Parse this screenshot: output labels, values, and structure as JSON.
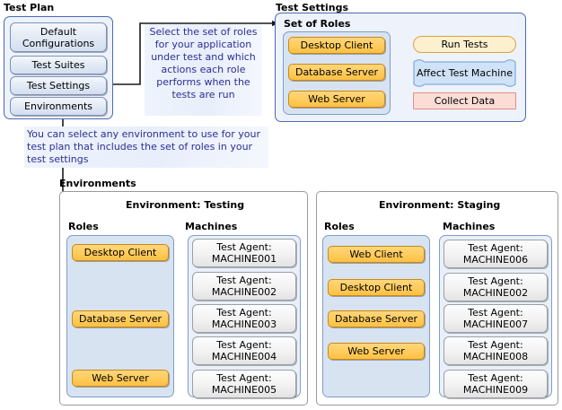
{
  "diagram": {
    "title": "Test Plan / Test Settings / Environments relationship",
    "colors": {
      "panel_border": "#4a69b8",
      "panel_fill": "#eef2fb",
      "inner_panel_fill": "#d8e3f2",
      "role_fill": "#ffcd5e",
      "role_border": "#c98a14",
      "machine_fill": "#f2f2f2",
      "note_text": "#2b2f93",
      "run_tests_fill": "#fdf0cf",
      "affect_machine_fill": "#cfe2f7",
      "collect_data_fill": "#fbddd6"
    }
  },
  "test_plan": {
    "title": "Test Plan",
    "items": [
      {
        "label": "Default Configurations"
      },
      {
        "label": "Test Suites"
      },
      {
        "label": "Test Settings"
      },
      {
        "label": "Environments"
      }
    ]
  },
  "notes": [
    {
      "id": "roles-note",
      "text": "Select the set of roles for your application under test and which actions each role performs when the tests are run"
    },
    {
      "id": "environment-note",
      "text": "You can select any environment to use for your test plan that includes the set of roles in your test settings"
    }
  ],
  "test_settings": {
    "title": "Test Settings",
    "set_of_roles_label": "Set of Roles",
    "roles": [
      {
        "label": "Desktop Client"
      },
      {
        "label": "Database Server"
      },
      {
        "label": "Web Server"
      }
    ],
    "actions": [
      {
        "label": "Run Tests",
        "shape": "rounded"
      },
      {
        "label": "Affect Test Machine",
        "shape": "wavy"
      },
      {
        "label": "Collect Data",
        "shape": "rect"
      }
    ]
  },
  "environments": {
    "title": "Environments",
    "column_headers": {
      "roles": "Roles",
      "machines": "Machines"
    },
    "list": [
      {
        "title": "Environment: Testing",
        "roles": [
          {
            "label": "Desktop Client"
          },
          {
            "label": "Database Server"
          },
          {
            "label": "Web Server"
          }
        ],
        "machines": [
          {
            "line1": "Test Agent:",
            "line2": "MACHINE001"
          },
          {
            "line1": "Test Agent:",
            "line2": "MACHINE002"
          },
          {
            "line1": "Test Agent:",
            "line2": "MACHINE003"
          },
          {
            "line1": "Test Agent:",
            "line2": "MACHINE004"
          },
          {
            "line1": "Test Agent:",
            "line2": "MACHINE005"
          }
        ]
      },
      {
        "title": "Environment: Staging",
        "roles": [
          {
            "label": "Web Client"
          },
          {
            "label": "Desktop Client"
          },
          {
            "label": "Database Server"
          },
          {
            "label": "Web Server"
          }
        ],
        "machines": [
          {
            "line1": "Test Agent:",
            "line2": "MACHINE006"
          },
          {
            "line1": "Test Agent:",
            "line2": "MACHINE002"
          },
          {
            "line1": "Test Agent:",
            "line2": "MACHINE007"
          },
          {
            "line1": "Test Agent:",
            "line2": "MACHINE008"
          },
          {
            "line1": "Test Agent:",
            "line2": "MACHINE009"
          }
        ]
      }
    ]
  }
}
